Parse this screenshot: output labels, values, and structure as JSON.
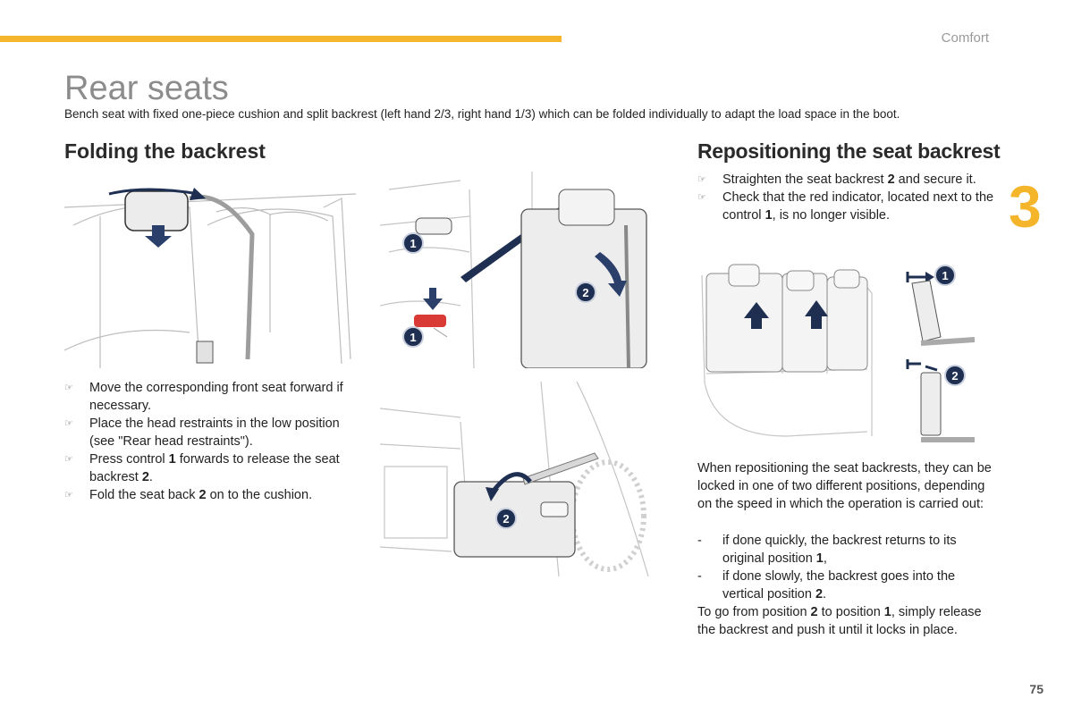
{
  "header": {
    "section": "Comfort",
    "chapter": "3"
  },
  "page": {
    "title": "Rear seats",
    "intro": "Bench seat with fixed one-piece cushion and split backrest (left hand 2/3, right hand 1/3) which can be folded individually to adapt the load space in the boot.",
    "number": "75"
  },
  "folding": {
    "heading": "Folding the backrest",
    "steps": [
      {
        "bullet": "☞",
        "parts": [
          "Move the corresponding front seat forward if necessary.",
          "",
          ""
        ]
      },
      {
        "bullet": "☞",
        "parts": [
          "Place the head restraints in the low position (see \"Rear head restraints\").",
          "",
          ""
        ]
      },
      {
        "bullet": "☞",
        "parts": [
          "Press control ",
          "1",
          " forwards to release the seat backrest ",
          "2",
          "."
        ]
      },
      {
        "bullet": "☞",
        "parts": [
          "Fold the seat back ",
          "2",
          " on to the cushion."
        ]
      }
    ]
  },
  "reposition": {
    "heading": "Repositioning the seat backrest",
    "steps": [
      {
        "bullet": "☞",
        "parts": [
          "Straighten the seat backrest ",
          "2",
          " and secure it."
        ]
      },
      {
        "bullet": "☞",
        "parts": [
          "Check that the red indicator, located next to the control ",
          "1",
          ", is no longer visible."
        ]
      }
    ],
    "para1": "When repositioning the seat backrests, they can be locked in one of two different positions, depending on the speed in which the operation is carried out:",
    "options": [
      {
        "dash": "-",
        "parts": [
          "if done quickly, the backrest returns to its original position ",
          "1",
          ","
        ]
      },
      {
        "dash": "-",
        "parts": [
          "if done slowly, the backrest goes into the vertical position ",
          "2",
          "."
        ]
      }
    ],
    "para2": [
      "To go from position ",
      "2",
      " to position ",
      "1",
      ", simply release the backrest and push it until it locks in place."
    ]
  },
  "callouts": {
    "one": "1",
    "two": "2"
  },
  "colors": {
    "accent": "#f5b52a",
    "arrow": "#1e2f52",
    "indicator": "#d93a35"
  }
}
